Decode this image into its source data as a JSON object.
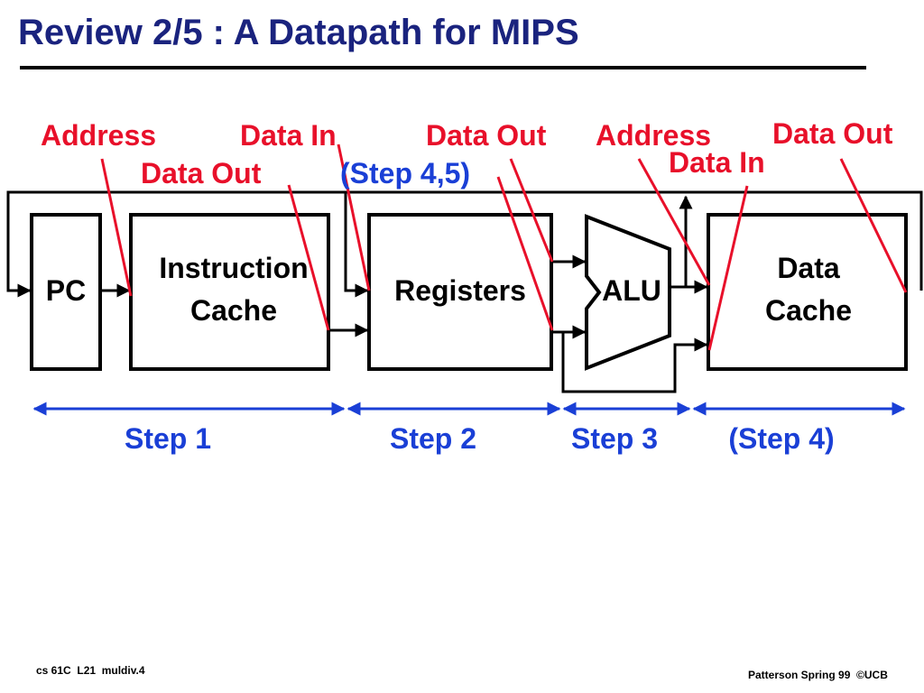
{
  "title": "Review 2/5 : A Datapath for MIPS",
  "blocks": {
    "pc": "PC",
    "icache_line1": "Instruction",
    "icache_line2": "Cache",
    "registers": "Registers",
    "alu": "ALU",
    "dcache_line1": "Data",
    "dcache_line2": "Cache"
  },
  "annotations": {
    "icache_address": "Address",
    "icache_data_out": "Data Out",
    "reg_data_in": "Data In",
    "reg_step_note": "(Step 4,5)",
    "reg_data_out": "Data Out",
    "dcache_address": "Address",
    "dcache_data_in": "Data In",
    "dcache_data_out": "Data Out"
  },
  "steps": {
    "step1": "Step 1",
    "step2": "Step 2",
    "step3": "Step 3",
    "step4": "(Step 4)"
  },
  "footer": {
    "left": "cs 61C  L21  muldiv.4",
    "right": "Patterson Spring 99  ©UCB"
  },
  "colors": {
    "title": "#1a237e",
    "annotation": "#e8102a",
    "step": "#1a3fd6",
    "wire": "#000000"
  }
}
